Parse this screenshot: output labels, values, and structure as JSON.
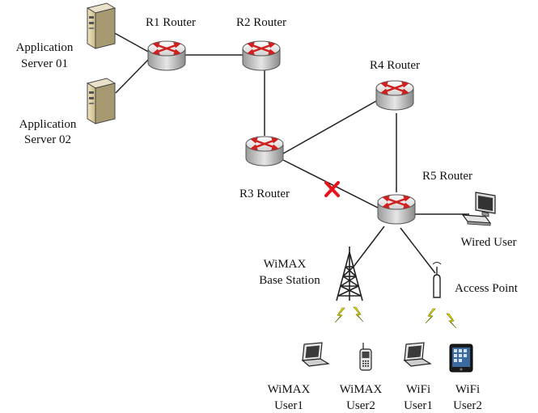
{
  "routers": [
    {
      "id": "r1",
      "label": "R1 Router"
    },
    {
      "id": "r2",
      "label": "R2 Router"
    },
    {
      "id": "r3",
      "label": "R3 Router"
    },
    {
      "id": "r4",
      "label": "R4 Router"
    },
    {
      "id": "r5",
      "label": "R5 Router"
    }
  ],
  "servers": [
    {
      "id": "s1",
      "label_line1": "Application",
      "label_line2": "Server 01"
    },
    {
      "id": "s2",
      "label_line1": "Application",
      "label_line2": "Server 02"
    }
  ],
  "wired_user": {
    "label": "Wired User"
  },
  "wimax_bs": {
    "label_line1": "WiMAX",
    "label_line2": "Base Station"
  },
  "access_point": {
    "label": "Access Point"
  },
  "users": [
    {
      "id": "wimax-user1",
      "label_line1": "WiMAX",
      "label_line2": "User1"
    },
    {
      "id": "wimax-user2",
      "label_line1": "WiMAX",
      "label_line2": "User2"
    },
    {
      "id": "wifi-user1",
      "label_line1": "WiFi",
      "label_line2": "User1"
    },
    {
      "id": "wifi-user2",
      "label_line1": "WiFi",
      "label_line2": "User2"
    }
  ],
  "links": [
    {
      "from": "s1",
      "to": "r1",
      "status": "up"
    },
    {
      "from": "s2",
      "to": "r1",
      "status": "up"
    },
    {
      "from": "r1",
      "to": "r2",
      "status": "up"
    },
    {
      "from": "r2",
      "to": "r3",
      "status": "up"
    },
    {
      "from": "r3",
      "to": "r4",
      "status": "up"
    },
    {
      "from": "r4",
      "to": "r5",
      "status": "up"
    },
    {
      "from": "r3",
      "to": "r5",
      "status": "failed"
    },
    {
      "from": "r5",
      "to": "wired-user",
      "status": "up"
    },
    {
      "from": "r5",
      "to": "wimax-bs",
      "status": "up"
    },
    {
      "from": "r5",
      "to": "access-point",
      "status": "up"
    }
  ],
  "colors": {
    "failure_mark": "#e8141c",
    "lightning": "#f2e200",
    "router_arrow": "#d01f1f"
  }
}
